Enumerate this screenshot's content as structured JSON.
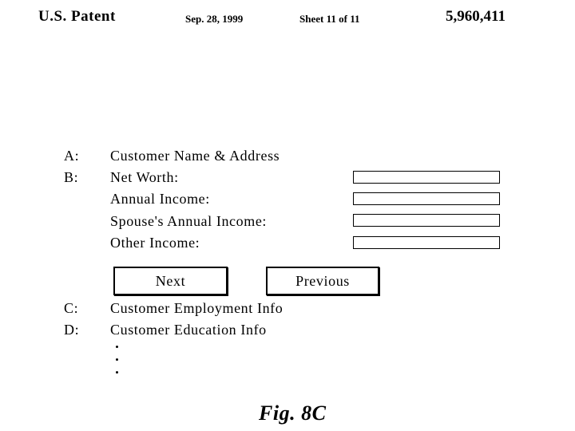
{
  "header": {
    "patent_label": "U.S. Patent",
    "date": "Sep. 28, 1999",
    "sheet": "Sheet 11 of 11",
    "patent_number": "5,960,411"
  },
  "sections": {
    "a": {
      "key": "A:",
      "label": "Customer Name & Address"
    },
    "b": {
      "key": "B:",
      "label": "Net Worth:"
    },
    "b_fields": [
      {
        "label": "Annual Income:"
      },
      {
        "label": "Spouse's Annual Income:"
      },
      {
        "label": "Other Income:"
      }
    ],
    "c": {
      "key": "C:",
      "label": "Customer Employment Info"
    },
    "d": {
      "key": "D:",
      "label": "Customer Education Info"
    }
  },
  "buttons": {
    "next_label": "Next",
    "previous_label": "Previous"
  },
  "figure_label": "Fig. 8C"
}
